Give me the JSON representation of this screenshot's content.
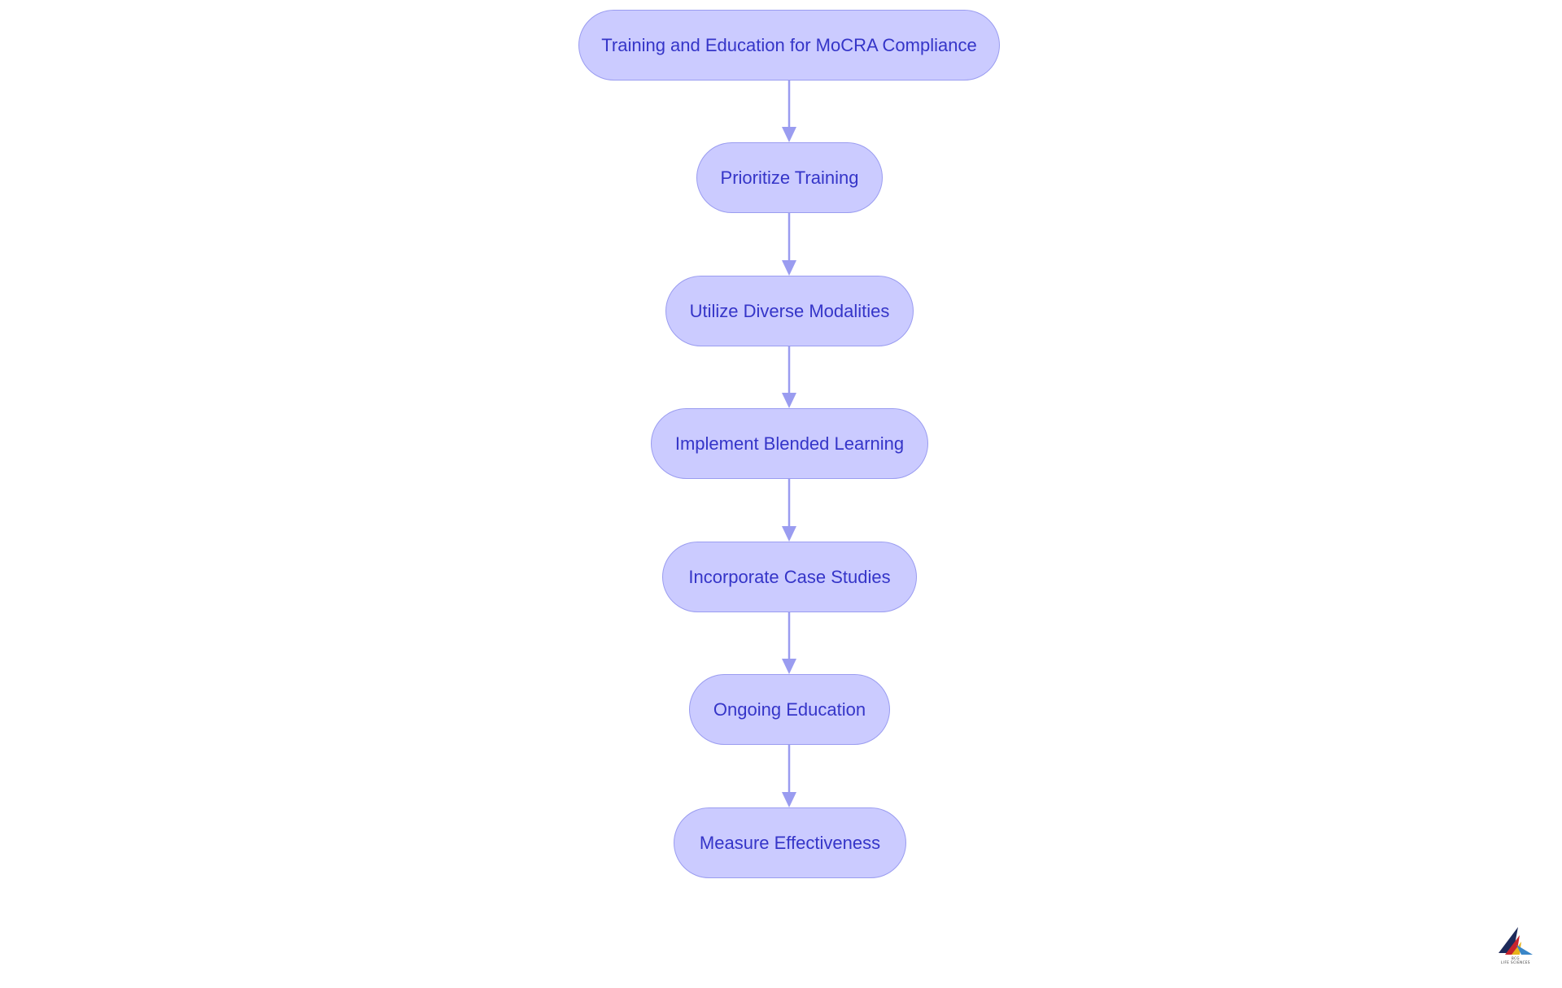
{
  "diagram": {
    "type": "flowchart",
    "direction": "top-to-bottom",
    "nodes": [
      {
        "id": "n1",
        "label": "Training and Education for MoCRA Compliance"
      },
      {
        "id": "n2",
        "label": "Prioritize Training"
      },
      {
        "id": "n3",
        "label": "Utilize Diverse Modalities"
      },
      {
        "id": "n4",
        "label": "Implement Blended Learning"
      },
      {
        "id": "n5",
        "label": "Incorporate Case Studies"
      },
      {
        "id": "n6",
        "label": "Ongoing Education"
      },
      {
        "id": "n7",
        "label": "Measure Effectiveness"
      }
    ],
    "edges": [
      {
        "from": "n1",
        "to": "n2"
      },
      {
        "from": "n2",
        "to": "n3"
      },
      {
        "from": "n3",
        "to": "n4"
      },
      {
        "from": "n4",
        "to": "n5"
      },
      {
        "from": "n5",
        "to": "n6"
      },
      {
        "from": "n6",
        "to": "n7"
      }
    ],
    "colors": {
      "node_fill": "#cbcbff",
      "node_border": "#9a9cf0",
      "node_text": "#3535c8",
      "edge": "#9a9cf0"
    }
  },
  "logo": {
    "icon": "company-logo-icon",
    "text_line1": "BCG",
    "text_line2": "LIFE SCIENCES"
  }
}
